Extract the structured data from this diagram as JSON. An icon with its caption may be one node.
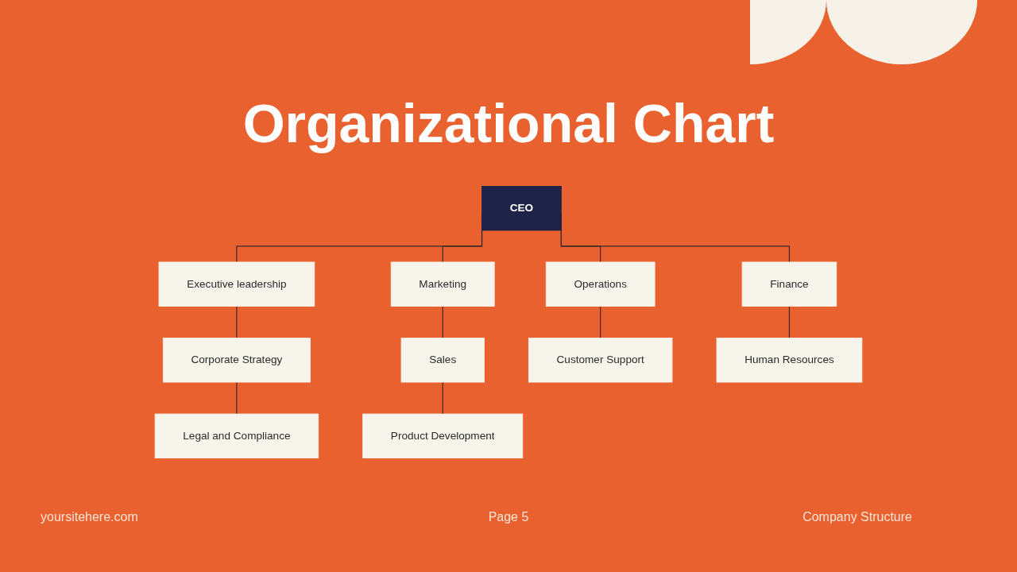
{
  "diagram": {
    "title": "Organizational Chart",
    "nodes": [
      {
        "text": [
          "CEO"
        ]
      },
      {
        "text": [
          "Executive leadership"
        ]
      },
      {
        "text": [
          "Marketing"
        ]
      },
      {
        "text": [
          "Operations"
        ]
      },
      {
        "text": [
          "Finance"
        ]
      },
      {
        "text": [
          "Corporate Strategy"
        ]
      },
      {
        "text": [
          "Sales"
        ]
      },
      {
        "text": [
          "Customer Support"
        ]
      },
      {
        "text": [
          "Human Resources"
        ]
      },
      {
        "text": [
          "Legal and Compliance"
        ]
      },
      {
        "text": [
          "Product Development"
        ]
      }
    ],
    "edges": [
      {
        "from": 0,
        "to": 1,
        "arrow": "none"
      },
      {
        "from": 0,
        "to": 2,
        "arrow": "none"
      },
      {
        "from": 0,
        "to": 3,
        "arrow": "none"
      },
      {
        "from": 0,
        "to": 4,
        "arrow": "none"
      },
      {
        "from": 1,
        "to": 5,
        "arrow": "none"
      },
      {
        "from": 2,
        "to": 6,
        "arrow": "none"
      },
      {
        "from": 3,
        "to": 7,
        "arrow": "none"
      },
      {
        "from": 4,
        "to": 8,
        "arrow": "none"
      },
      {
        "from": 5,
        "to": 9,
        "arrow": "none"
      },
      {
        "from": 6,
        "to": 10,
        "arrow": "none"
      }
    ],
    "labels": [
      "yoursitehere.com",
      "Page 5",
      "Company Structure"
    ]
  }
}
